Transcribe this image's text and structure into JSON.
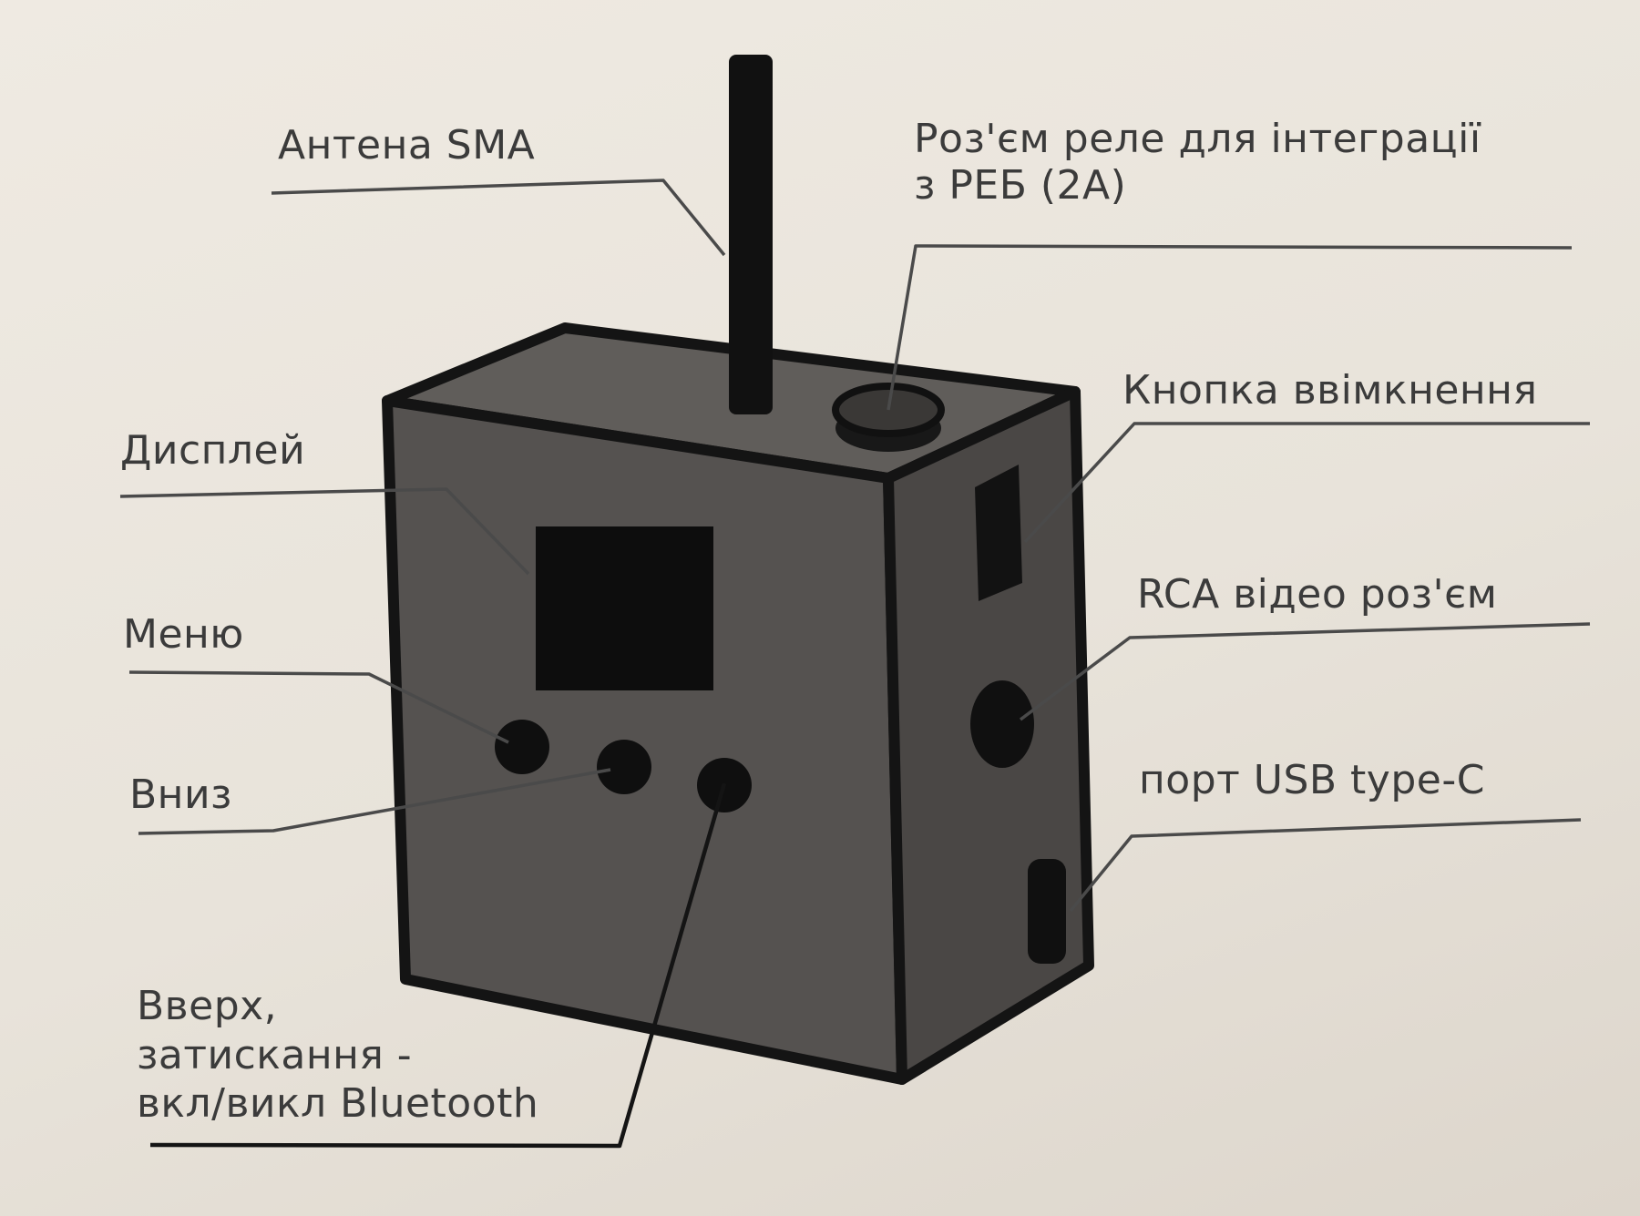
{
  "labels": {
    "antenna": "Антена SMA",
    "relay_line1": "Роз'єм реле для інтеграції",
    "relay_line2": "з РЕБ (2А)",
    "power_button": "Кнопка ввімкнення",
    "display": "Дисплей",
    "menu": "Меню",
    "rca_video": "RCA відео роз'єм",
    "down": "Вниз",
    "usb_port": "порт USB type-C",
    "up_line1": "Вверх,",
    "up_line2": "затискання -",
    "up_line3": "вкл/викл Bluetooth"
  },
  "colors": {
    "background": "#ebe6dd",
    "device_front": "#555250",
    "device_side": "#4a4745",
    "device_top": "#605d5a",
    "outline": "#141414",
    "label_text": "#3b3b3b"
  }
}
